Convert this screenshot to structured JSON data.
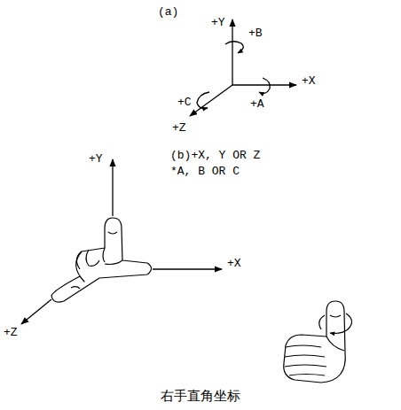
{
  "diagram": {
    "caption": "右手直角坐标",
    "labels": [
      "(a)",
      "+Y",
      "+B",
      "+X",
      "+C",
      "+A",
      "+Z",
      "(b)+X, Y OR Z",
      "*A, B OR C",
      "+Y",
      "+Z",
      "+X"
    ]
  }
}
